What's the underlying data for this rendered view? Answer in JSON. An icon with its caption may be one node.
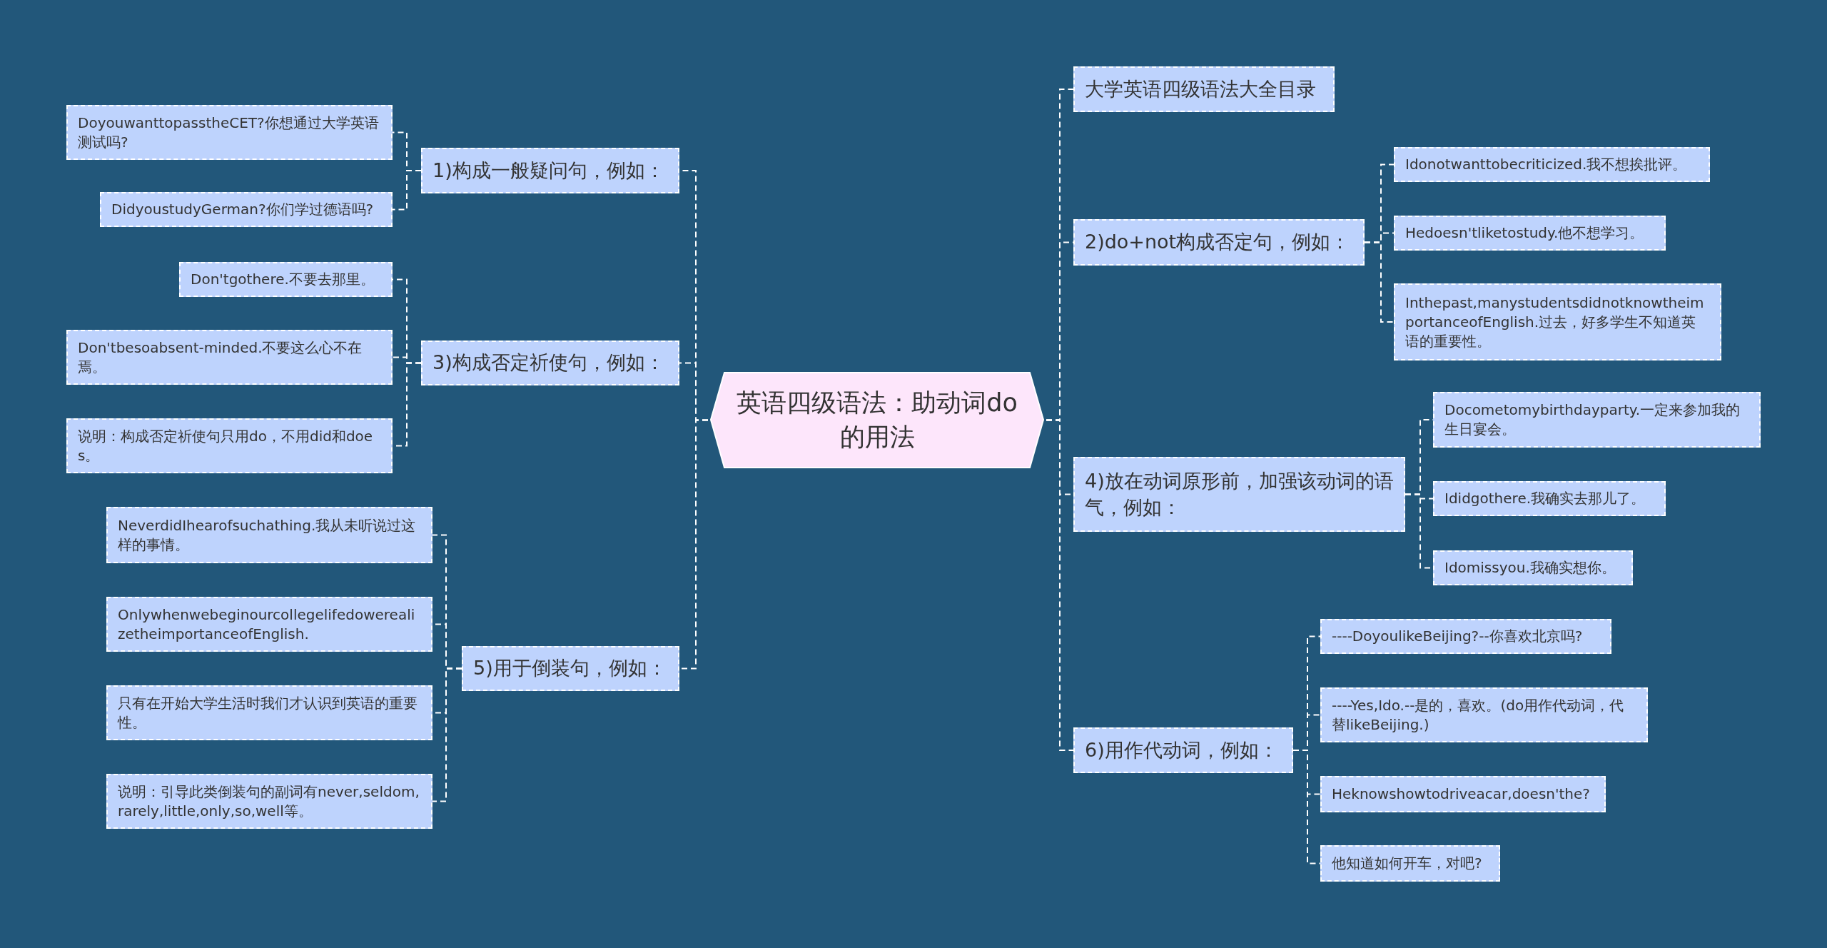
{
  "diagram": {
    "nodes": [
      {
        "text": [
          "英语四级语法：助动词do的用法"
        ]
      },
      {
        "text": [
          "1)构成一般疑问句，例如："
        ]
      },
      {
        "text": [
          "DoyouwanttopasstheCET?你想通过大学英语测试吗?"
        ]
      },
      {
        "text": [
          "DidyoustudyGerman?你们学过德语吗?"
        ]
      },
      {
        "text": [
          "3)构成否定祈使句，例如："
        ]
      },
      {
        "text": [
          "Don'tgothere.不要去那里。"
        ]
      },
      {
        "text": [
          "Don'tbesoabsent-minded.不要这么心不在焉。"
        ]
      },
      {
        "text": [
          "说明：构成否定祈使句只用do，不用did和does。"
        ]
      },
      {
        "text": [
          "5)用于倒装句，例如："
        ]
      },
      {
        "text": [
          "NeverdidIhearofsuchathing.我从未听说过这样的事情。"
        ]
      },
      {
        "text": [
          "OnlywhenwebeginourcollegelifedowerealizetheimportanceofEnglish."
        ]
      },
      {
        "text": [
          "只有在开始大学生活时我们才认识到英语的重要性。"
        ]
      },
      {
        "text": [
          "说明：引导此类倒装句的副词有never,seldom,rarely,little,only,so,well等。"
        ]
      },
      {
        "text": [
          "大学英语四级语法大全目录"
        ]
      },
      {
        "text": [
          "2)do+not构成否定句，例如："
        ]
      },
      {
        "text": [
          "Idonotwanttobecriticized.我不想挨批评。"
        ]
      },
      {
        "text": [
          "Hedoesn'tliketostudy.他不想学习。"
        ]
      },
      {
        "text": [
          "Inthepast,manystudentsdidnotknowtheimportanceofEnglish.过去，好多学生不知道英语的重要性。"
        ]
      },
      {
        "text": [
          "4)放在动词原形前，加强该动词的语气，例如："
        ]
      },
      {
        "text": [
          "Docometomybirthdayparty.一定来参加我的生日宴会。"
        ]
      },
      {
        "text": [
          "Ididgothere.我确实去那儿了。"
        ]
      },
      {
        "text": [
          "Idomissyou.我确实想你。"
        ]
      },
      {
        "text": [
          "6)用作代动词，例如："
        ]
      },
      {
        "text": [
          "----DoyoulikeBeijing?--你喜欢北京吗?"
        ]
      },
      {
        "text": [
          "----Yes,Ido.--是的，喜欢。(do用作代动词，代替likeBeijing.)"
        ]
      },
      {
        "text": [
          "Heknowshowtodriveacar,doesn'the?"
        ]
      },
      {
        "text": [
          "他知道如何开车，对吧?"
        ]
      }
    ],
    "edges": [
      {
        "from": 0,
        "to": 1,
        "arrow": "none"
      },
      {
        "from": 1,
        "to": 2,
        "arrow": "none"
      },
      {
        "from": 1,
        "to": 3,
        "arrow": "none"
      },
      {
        "from": 0,
        "to": 4,
        "arrow": "none"
      },
      {
        "from": 4,
        "to": 5,
        "arrow": "none"
      },
      {
        "from": 4,
        "to": 6,
        "arrow": "none"
      },
      {
        "from": 4,
        "to": 7,
        "arrow": "none"
      },
      {
        "from": 0,
        "to": 8,
        "arrow": "none"
      },
      {
        "from": 8,
        "to": 9,
        "arrow": "none"
      },
      {
        "from": 8,
        "to": 10,
        "arrow": "none"
      },
      {
        "from": 8,
        "to": 11,
        "arrow": "none"
      },
      {
        "from": 8,
        "to": 12,
        "arrow": "none"
      },
      {
        "from": 0,
        "to": 13,
        "arrow": "none"
      },
      {
        "from": 0,
        "to": 14,
        "arrow": "none"
      },
      {
        "from": 14,
        "to": 15,
        "arrow": "none"
      },
      {
        "from": 14,
        "to": 16,
        "arrow": "none"
      },
      {
        "from": 14,
        "to": 17,
        "arrow": "none"
      },
      {
        "from": 0,
        "to": 18,
        "arrow": "none"
      },
      {
        "from": 18,
        "to": 19,
        "arrow": "none"
      },
      {
        "from": 18,
        "to": 20,
        "arrow": "none"
      },
      {
        "from": 18,
        "to": 21,
        "arrow": "none"
      },
      {
        "from": 0,
        "to": 22,
        "arrow": "none"
      },
      {
        "from": 22,
        "to": 23,
        "arrow": "none"
      },
      {
        "from": 22,
        "to": 24,
        "arrow": "none"
      },
      {
        "from": 22,
        "to": 25,
        "arrow": "none"
      },
      {
        "from": 22,
        "to": 26,
        "arrow": "none"
      }
    ]
  }
}
